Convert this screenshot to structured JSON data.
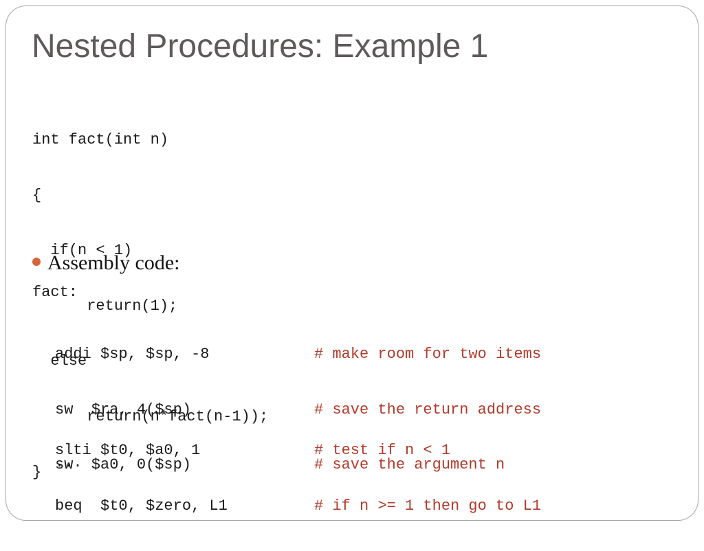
{
  "slide": {
    "title": "Nested Procedures: Example 1",
    "c_code_lines": [
      "int fact(int n)",
      "{",
      "  if(n < 1)",
      "      return(1);",
      "  else",
      "      return(n*fact(n-1));",
      "}"
    ],
    "bullet_text": "Assembly code:",
    "asm_label": "fact:",
    "asm_group1": [
      {
        "instr": "addi $sp, $sp, -8",
        "comment": "# make room for two items"
      },
      {
        "instr": "sw  $ra, 4($sp)",
        "comment": "# save the return address"
      },
      {
        "instr": "sw  $a0, 0($sp)",
        "comment": "# save the argument n"
      }
    ],
    "asm_group2": [
      {
        "instr": "slti $t0, $a0, 1",
        "comment": "# test if n < 1"
      },
      {
        "instr": "beq  $t0, $zero, L1",
        "comment": "# if n >= 1 then go to L1"
      }
    ],
    "ellipsis": "...",
    "colors": {
      "title": "#5e5a5a",
      "comment": "#b23a2a",
      "bullet": "#d7643c",
      "border": "#a6a6a6"
    }
  }
}
